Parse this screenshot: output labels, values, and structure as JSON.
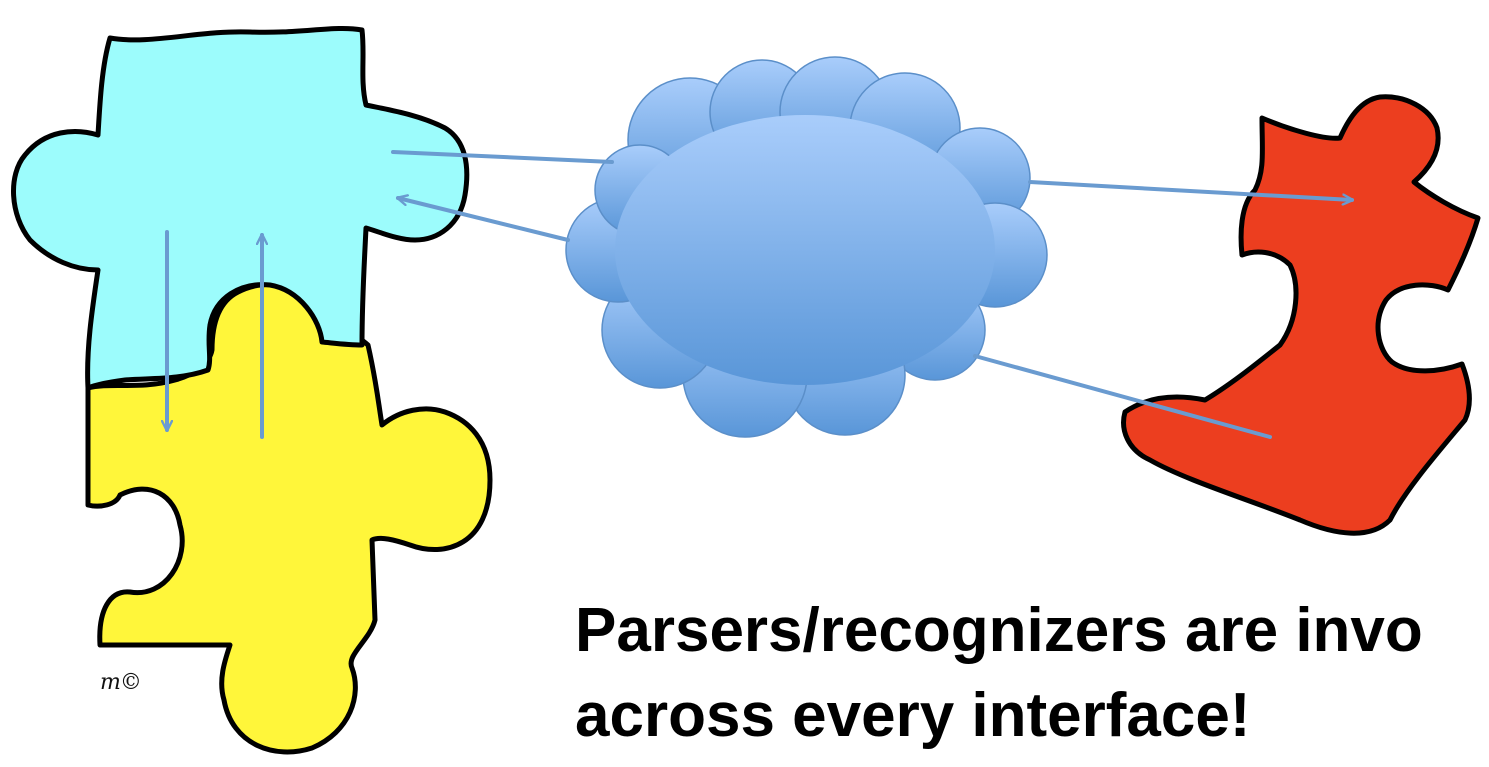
{
  "caption": {
    "line1": "Parsers/recognizers are invo",
    "line2": "across every interface!"
  },
  "signature": "m©",
  "colors": {
    "cyan_piece": "#9cfcfc",
    "yellow_piece": "#fff63a",
    "red_piece": "#ec3e1f",
    "cloud_top": "#a9cdfb",
    "cloud_bottom": "#5996d8",
    "cloud_outline": "#5b8fc9",
    "arrow": "#6a9bd0",
    "outline": "#000000"
  },
  "icons": [
    "puzzle-piece-cyan",
    "puzzle-piece-yellow",
    "puzzle-piece-red",
    "cloud-icon",
    "arrow"
  ]
}
